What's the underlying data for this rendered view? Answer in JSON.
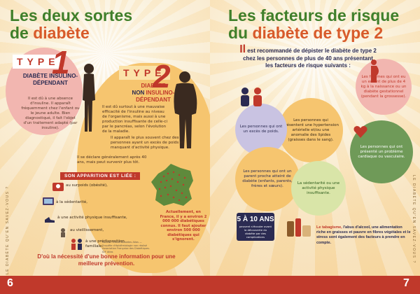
{
  "left_page": {
    "title_line1": "Les deux sortes",
    "title_line2_prefix": "de ",
    "title_line2_accent": "diabète",
    "type1": {
      "word": "TYPE",
      "number": "1",
      "heading": "DIABÈTE INSULINO-DÉPENDANT",
      "text": "Il est dû à une absence d'insuline. Il apparaît fréquemment chez l'enfant ou le jeune adulte. Bien diagnostiqué, il fait l'objet d'un traitement adapté (par insuline)."
    },
    "type2": {
      "word": "TYPE",
      "number": "2",
      "heading_line1": "DIABÈTE",
      "heading_line2_a": "NON ",
      "heading_line2_b": "INSULINO-",
      "heading_line3": "DÉPENDANT",
      "text": "Il est dû surtout à une mauvaise efficacité de l'insuline au niveau de l'organisme, mais aussi à une production insuffisante de celle-ci par le pancréas, selon l'évolution de la maladie.",
      "point1": "Il apparaît le plus souvent chez des personnes ayant un excès de poids et manquant d'activité physique.",
      "point2": "Il se déclare généralement après 40 ans, mais peut survenir plus tôt."
    },
    "apparition_label": "SON APPARITION EST LIÉE :",
    "factors": [
      "au surpoids (obésité),",
      "à la sédentarité,",
      "à une activité physique insuffisante,",
      "au vieillissement,",
      "à une prédisposition familiale."
    ],
    "stats": "Actuellement, en France, il y a environ 2 000 000 diabétiques connus. Il faut ajouter environ 500 000 diabétiques qui s'ignorent.",
    "source": "Source : Etude Diabetes Atlas — Enquête d'épidémiologie non réalisé Association Française des Diabétiques. IDF Atlas",
    "conclusion": "D'où la nécessité d'une bonne information pour une meilleure prévention.",
    "page_number": "6",
    "side_text": "LE DIABÈTE QU'EN SAVEZ-VOUS ?"
  },
  "right_page": {
    "title_line1": "Les facteurs de risque",
    "title_line2_prefix": "du ",
    "title_line2_accent": "diabète de type 2",
    "intro_dropcap": "Il",
    "intro": " est recommandé de dépister le diabète de type 2 chez les personnes de plus de 40 ans présentant les facteurs de risque suivants :",
    "risk_circles": {
      "bmi": "Les personnes qui ont un excès de poids.",
      "hypertension": "Les personnes qui présentent une hypertension artérielle et/ou une anomalie des lipides (graisses dans le sang).",
      "mothers": "Les femmes qui ont eu un enfant de plus de 4 kg à la naissance ou un diabète gestationnel (pendant la grossesse).",
      "cardio": "Les personnes qui ont présenté un problème cardiaque ou vasculaire.",
      "parents": "Les personnes qui ont un parent proche atteint de diabète (enfants, parents, frères et sœurs).",
      "sedentary": "La sédentarité ou une activité physique insuffisante."
    },
    "years_badge_big": "5 À 10 ANS",
    "years_badge_small": "peuvent s'écouler avant la découverte du diabète par des complications",
    "bottom_text_first": "Le tabagisme,",
    "bottom_text": " l'abus d'alcool, une alimentation riche en graisses et pauvre en fibres végétales et le stress sont également des facteurs à prendre en compte.",
    "page_number": "7",
    "side_text": "LE DIABÈTE QU'EN SAVEZ-VOUS ?"
  },
  "colors": {
    "title_green": "#3f7f2a",
    "accent_orange": "#d85a2a",
    "brand_red": "#c0392b",
    "navy": "#2b2b52",
    "yellow": "#f6c56f",
    "pink": "#f2b6b0"
  }
}
